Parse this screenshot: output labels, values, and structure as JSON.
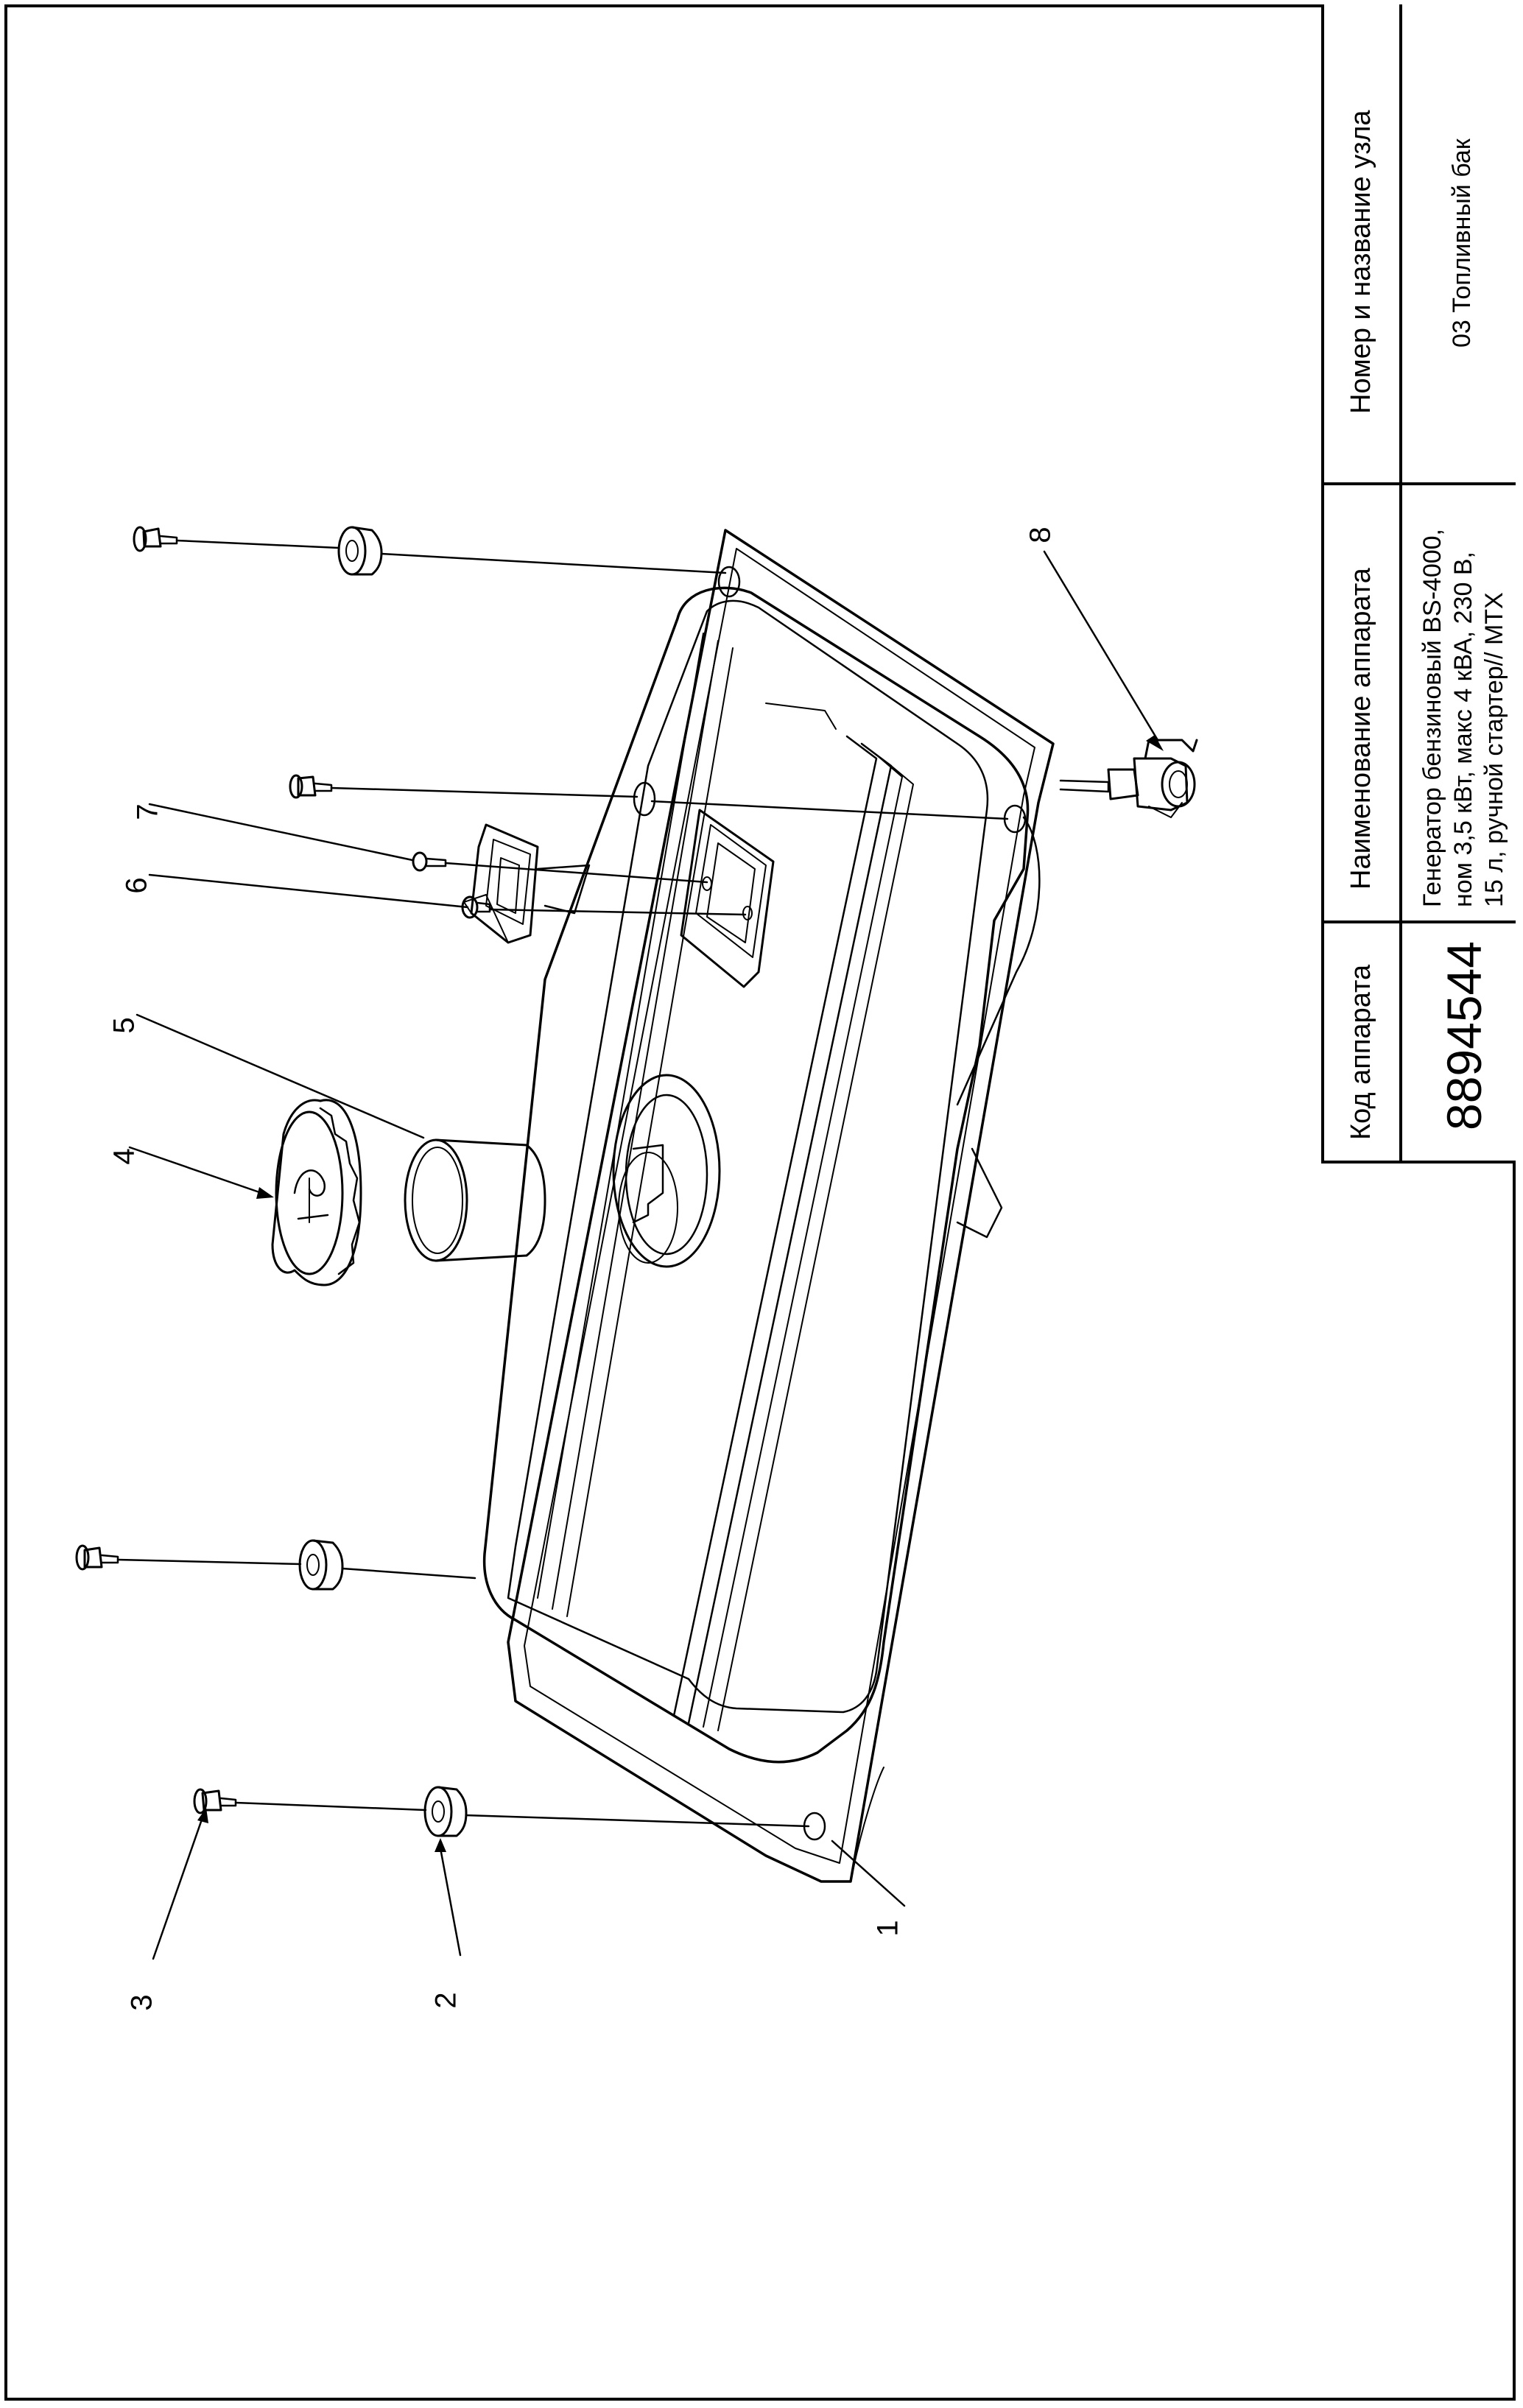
{
  "title_block": {
    "code_header": "Код аппарата",
    "code_value": "8894544",
    "device_header": "Наименование аппарата",
    "device_lines": [
      "Генератор бензиновый BS-4000,",
      "ном 3,5 кВт, макс 4 кВА, 230 В,",
      "15 л, ручной стартер// МТХ"
    ],
    "node_header": "Номер и название узла",
    "node_value": "03 Топливный бак"
  },
  "callouts": [
    "1",
    "2",
    "3",
    "4",
    "5",
    "6",
    "7",
    "8"
  ],
  "colors": {
    "line": "#000000",
    "background": "#ffffff"
  }
}
